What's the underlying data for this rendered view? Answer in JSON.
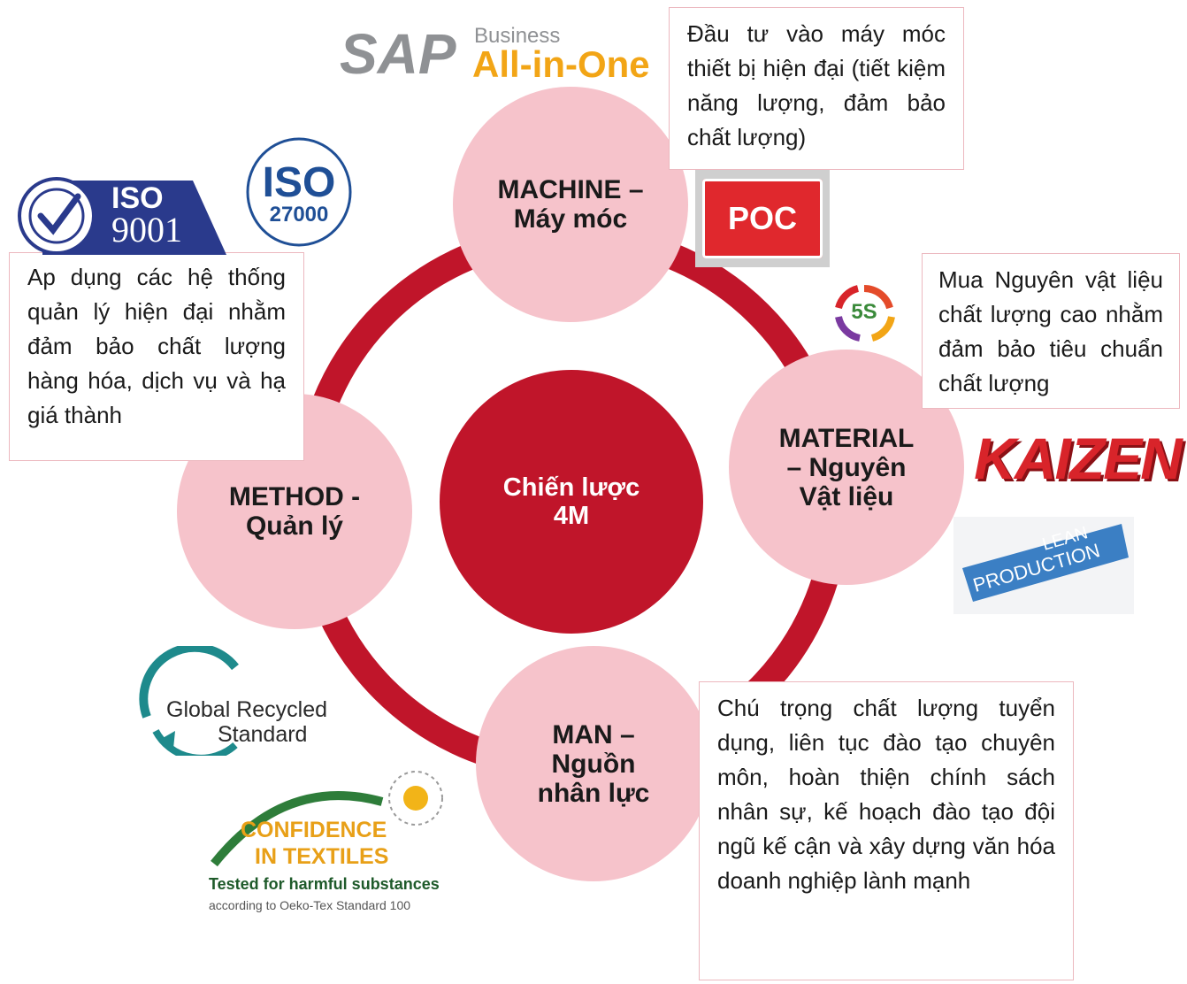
{
  "diagram": {
    "center": {
      "line1": "Chiến lược",
      "line2": "4M"
    },
    "nodes": {
      "machine": {
        "line1": "MACHINE –",
        "line2": "Máy móc"
      },
      "material": {
        "line1": "MATERIAL",
        "line2": "– Nguyên",
        "line3": "Vật liệu"
      },
      "man": {
        "line1": "MAN –",
        "line2": "Nguồn",
        "line3": "nhân lực"
      },
      "method": {
        "line1": "METHOD -",
        "line2": "Quản lý"
      }
    },
    "notes": {
      "machine": "Đầu tư vào máy móc thiết bị hiện đại (tiết kiệm năng lượng, đảm bảo chất lượng)",
      "material": "Mua Nguyên vật liệu chất lượng cao nhằm đảm bảo tiêu chuẩn chất lượng",
      "method": "Ap dụng các hệ thống quản lý hiện đại nhằm đảm bảo chất lượng hàng hóa, dịch vụ và hạ giá thành",
      "man": "Chú trọng chất lượng tuyển dụng, liên tục đào tạo chuyên môn, hoàn thiện chính sách nhân sự, kế hoạch đào tạo đội ngũ kế cận và xây dựng văn hóa doanh nghiệp lành mạnh"
    },
    "colors": {
      "ring": "#c0152a",
      "node": "#f6c3cb",
      "center": "#c0152a",
      "note_border": "#ecb8bf"
    }
  },
  "logos": {
    "sap": {
      "brand": "SAP",
      "line1": "Business",
      "line2": "All-in-One"
    },
    "iso9001": {
      "line1": "ISO",
      "line2": "9001"
    },
    "iso27000": {
      "line1": "ISO",
      "line2": "27000"
    },
    "poc": {
      "label": "POC"
    },
    "five_s": {
      "label": "5S"
    },
    "kaizen": {
      "label": "KAIZEN"
    },
    "lean": {
      "line1": "LEAN",
      "line2": "PRODUCTION"
    },
    "grs": {
      "line1": "Global Recycled",
      "line2": "Standard"
    },
    "oeko": {
      "line1": "CONFIDENCE",
      "line2": "IN TEXTILES",
      "line3": "Tested for harmful substances",
      "line4": "according to Oeko-Tex Standard 100"
    }
  }
}
